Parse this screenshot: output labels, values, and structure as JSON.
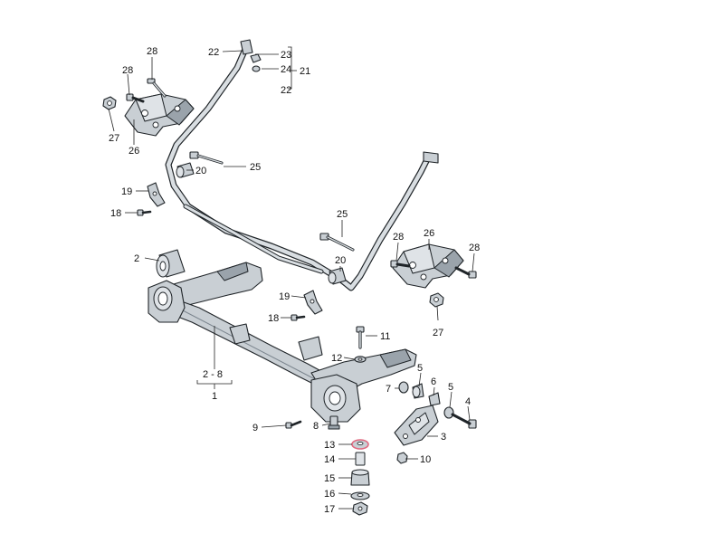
{
  "callouts": [
    {
      "id": "c28a",
      "text": "28"
    },
    {
      "id": "c28b",
      "text": "28"
    },
    {
      "id": "c27a",
      "text": "27"
    },
    {
      "id": "c26a",
      "text": "26"
    },
    {
      "id": "c22a",
      "text": "22"
    },
    {
      "id": "c23",
      "text": "23"
    },
    {
      "id": "c24",
      "text": "24"
    },
    {
      "id": "c21",
      "text": "21"
    },
    {
      "id": "c22b",
      "text": "22"
    },
    {
      "id": "c20a",
      "text": "20"
    },
    {
      "id": "c25a",
      "text": "25"
    },
    {
      "id": "c19a",
      "text": "19"
    },
    {
      "id": "c18a",
      "text": "18"
    },
    {
      "id": "c25b",
      "text": "25"
    },
    {
      "id": "c28c",
      "text": "28"
    },
    {
      "id": "c26b",
      "text": "26"
    },
    {
      "id": "c28d",
      "text": "28"
    },
    {
      "id": "c20b",
      "text": "20"
    },
    {
      "id": "c27b",
      "text": "27"
    },
    {
      "id": "c2",
      "text": "2"
    },
    {
      "id": "c19b",
      "text": "19"
    },
    {
      "id": "c18b",
      "text": "18"
    },
    {
      "id": "c11",
      "text": "11"
    },
    {
      "id": "c12",
      "text": "12"
    },
    {
      "id": "c2-8",
      "text": "2 - 8"
    },
    {
      "id": "c1",
      "text": "1"
    },
    {
      "id": "c5a",
      "text": "5"
    },
    {
      "id": "c6",
      "text": "6"
    },
    {
      "id": "c7",
      "text": "7"
    },
    {
      "id": "c5b",
      "text": "5"
    },
    {
      "id": "c4",
      "text": "4"
    },
    {
      "id": "c9",
      "text": "9"
    },
    {
      "id": "c8",
      "text": "8"
    },
    {
      "id": "c3",
      "text": "3"
    },
    {
      "id": "c13",
      "text": "13"
    },
    {
      "id": "c10",
      "text": "10"
    },
    {
      "id": "c14",
      "text": "14"
    },
    {
      "id": "c15",
      "text": "15"
    },
    {
      "id": "c16",
      "text": "16"
    },
    {
      "id": "c17",
      "text": "17"
    }
  ],
  "colors": {
    "part_fill": "#c9cfd4",
    "outline": "#1f2428",
    "highlight": "#e06a80"
  }
}
